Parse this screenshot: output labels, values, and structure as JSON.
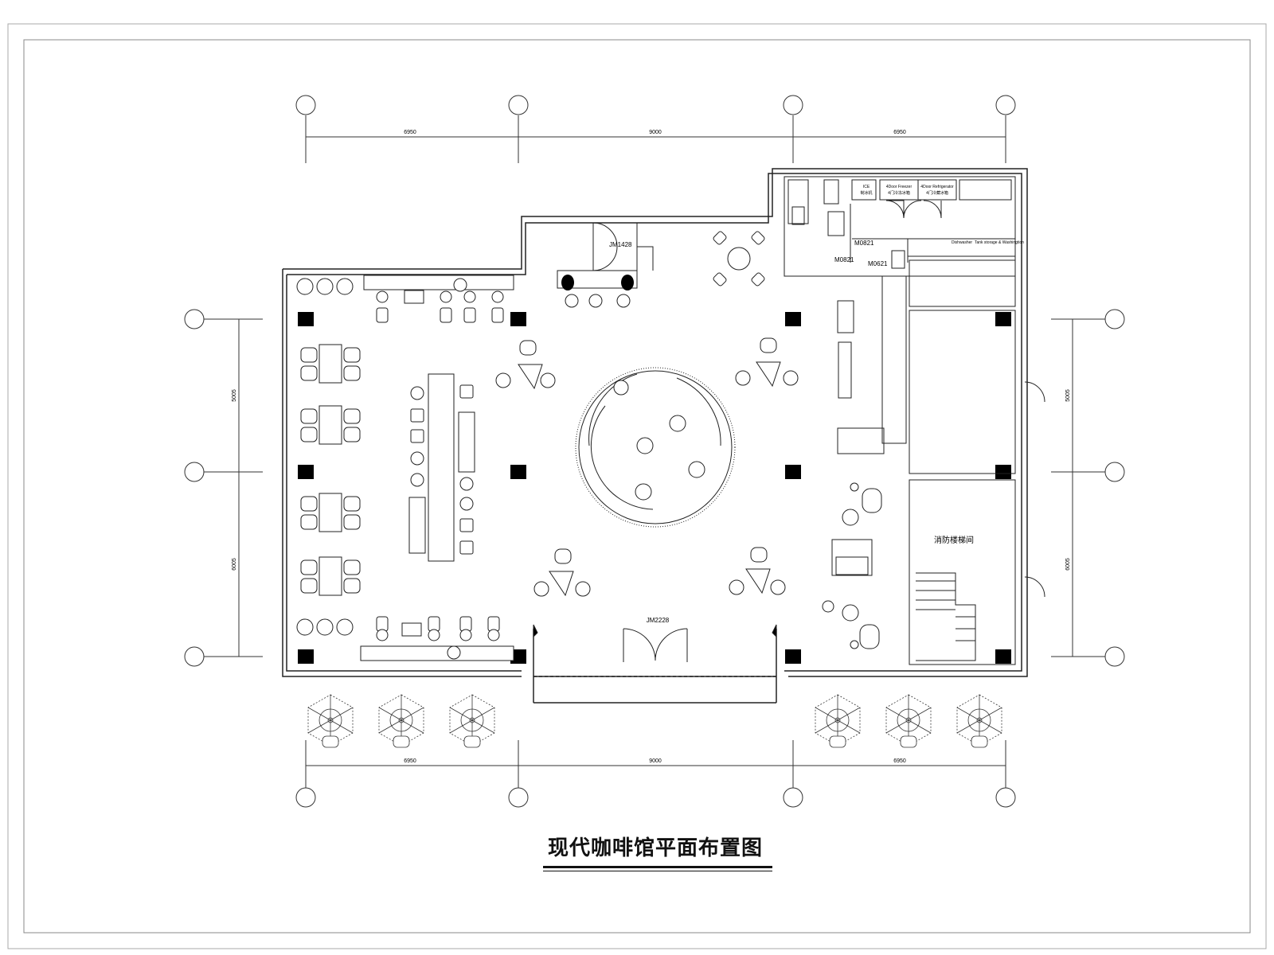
{
  "drawing": {
    "title": "现代咖啡馆平面布置图"
  },
  "dimensions": {
    "top": [
      "6950",
      "9000",
      "6950"
    ],
    "bottom": [
      "6950",
      "9000",
      "6950"
    ],
    "left": [
      "5005",
      "6005"
    ],
    "right": [
      "5005",
      "6005"
    ]
  },
  "doors": {
    "entrance_side": "JM1428",
    "main_entrance": "JM2228",
    "kitchen_door_1": "M0821",
    "kitchen_door_2": "M0821",
    "kitchen_door_3": "M0621"
  },
  "rooms": {
    "fire_stair": "消防楼梯间"
  },
  "kitchen_labels": {
    "ice": "ICE",
    "ice_cn": "制冰机",
    "freezer": "4Door Freezer",
    "freezer_cn": "4门冷冻冰箱",
    "refrigerator": "4Door Refrigerator",
    "refrigerator_cn": "4门冷藏冰箱",
    "dishwasher": "Dishwasher",
    "tank": "Tank storage & Washingtion"
  },
  "colors": {
    "line": "#222222",
    "column": "#000000",
    "frame": "#999999"
  }
}
